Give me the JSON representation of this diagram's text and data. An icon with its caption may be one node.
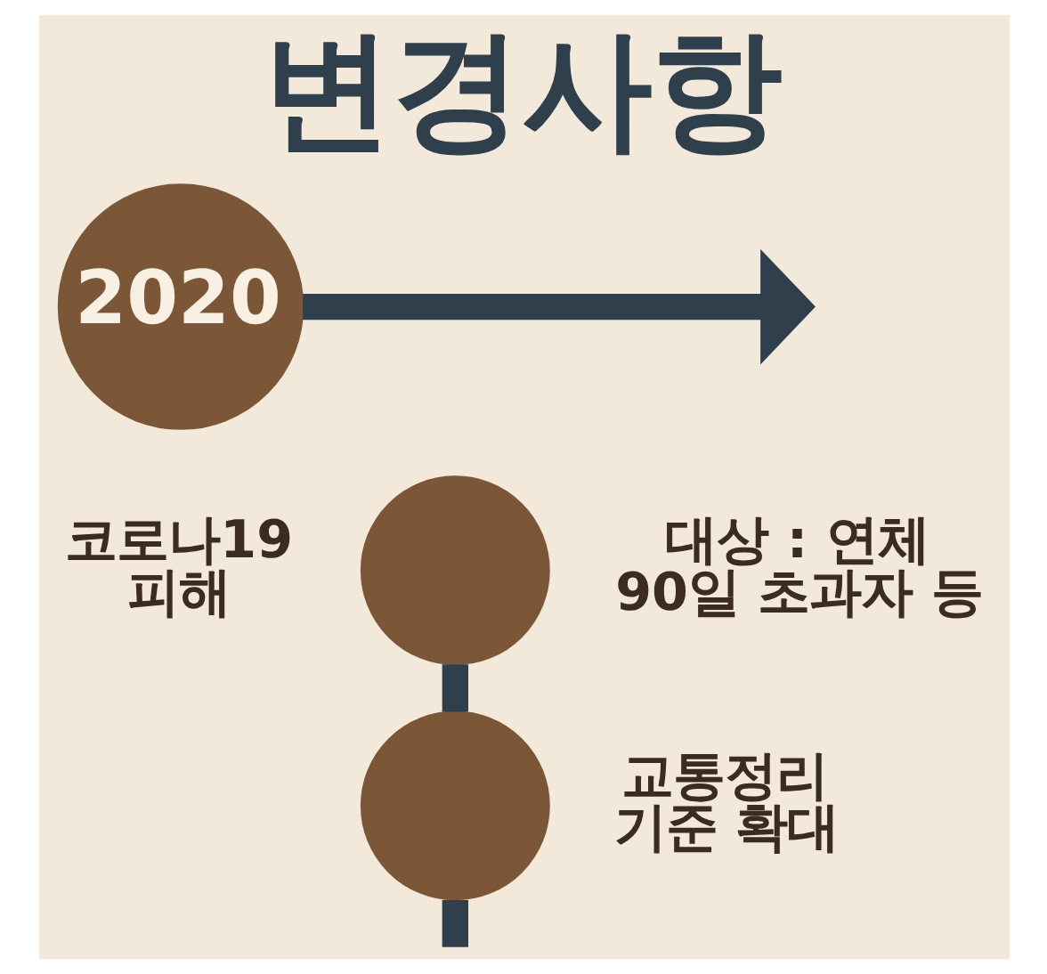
{
  "diagram": {
    "title": "변경사항",
    "nodes": [
      {
        "text": [
          "2020"
        ],
        "beside": [
          "코로나19 피해"
        ]
      },
      {
        "text": [],
        "shape": "circle",
        "beside": [
          "대상 : 연체 90일 초과자 등"
        ]
      },
      {
        "text": [],
        "shape": "circle",
        "beside": [
          "교통정리 기준 확대"
        ]
      }
    ],
    "edges": [
      {
        "from": 0,
        "to": null,
        "arrow": "to"
      },
      {
        "from": 1,
        "to": 2,
        "arrow": "none"
      },
      {
        "from": 2,
        "to": null,
        "arrow": "none"
      }
    ]
  }
}
